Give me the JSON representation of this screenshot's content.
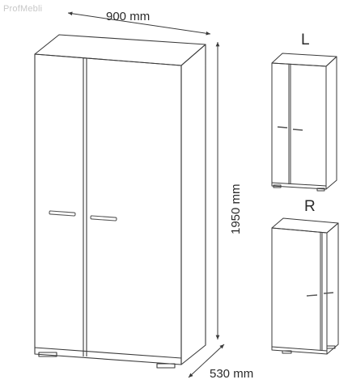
{
  "watermark": {
    "text": "ProfMebli"
  },
  "dimensions": {
    "width": "900 mm",
    "height": "1950 mm",
    "depth": "530 mm"
  },
  "variants": {
    "left": "L",
    "right": "R"
  },
  "colors": {
    "outline": "#3a3a3a",
    "handle": "#555555",
    "label": "#2a2a2a",
    "watermark": "#c8c8c8"
  }
}
